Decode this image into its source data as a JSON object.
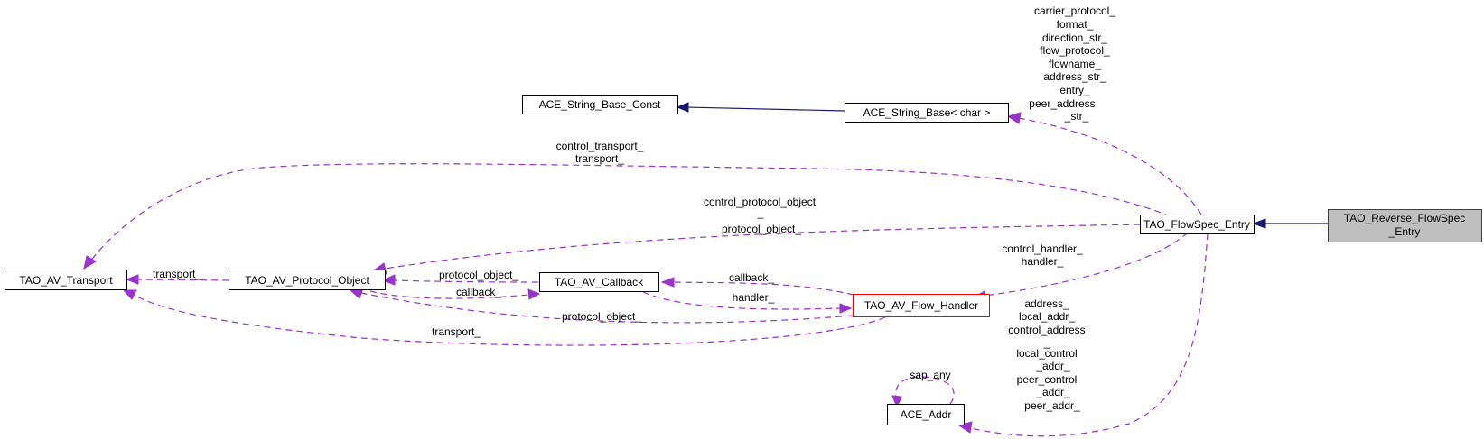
{
  "diagram": {
    "title": "Collaboration diagram for TAO_Reverse_FlowSpec_Entry",
    "colors": {
      "inheritance_edge": "#191970",
      "association_edge": "#9a32cd",
      "focus_fill": "#bfbfbf",
      "highlight_border": "#ff0000"
    },
    "nodes": {
      "reverse_flowspec_entry": [
        "TAO_Reverse_FlowSpec",
        "_Entry"
      ],
      "flowspec_entry": "TAO_FlowSpec_Entry",
      "string_base_char": "ACE_String_Base< char >",
      "string_base_const": "ACE_String_Base_Const",
      "av_transport": "TAO_AV_Transport",
      "av_protocol_object": "TAO_AV_Protocol_Object",
      "av_callback": "TAO_AV_Callback",
      "av_flow_handler": "TAO_AV_Flow_Handler",
      "ace_addr": "ACE_Addr"
    },
    "edge_labels": {
      "string_members": [
        "carrier_protocol_",
        "format_",
        "direction_str_",
        "flow_protocol_",
        "flowname_",
        "address_str_",
        "entry_",
        "peer_address",
        "_str_"
      ],
      "transport_members": [
        "control_transport_",
        "transport_"
      ],
      "protocol_object_members": [
        "control_protocol_object",
        "_",
        "protocol_object_"
      ],
      "handler_members": [
        "control_handler_",
        "handler_"
      ],
      "addr_members": [
        "address_",
        "local_addr_",
        "control_address",
        "_",
        "local_control",
        "_addr_",
        "peer_control",
        "_addr_",
        "peer_addr_"
      ],
      "protocol_to_transport": "transport_",
      "callback_to_protocol": "protocol_object_",
      "protocol_to_callback": "callback_",
      "handler_to_callback": "callback_",
      "callback_to_handler": "handler_",
      "handler_to_protocol": "protocol_object_",
      "handler_to_transport": "transport_",
      "addr_self": "sap_any"
    }
  }
}
